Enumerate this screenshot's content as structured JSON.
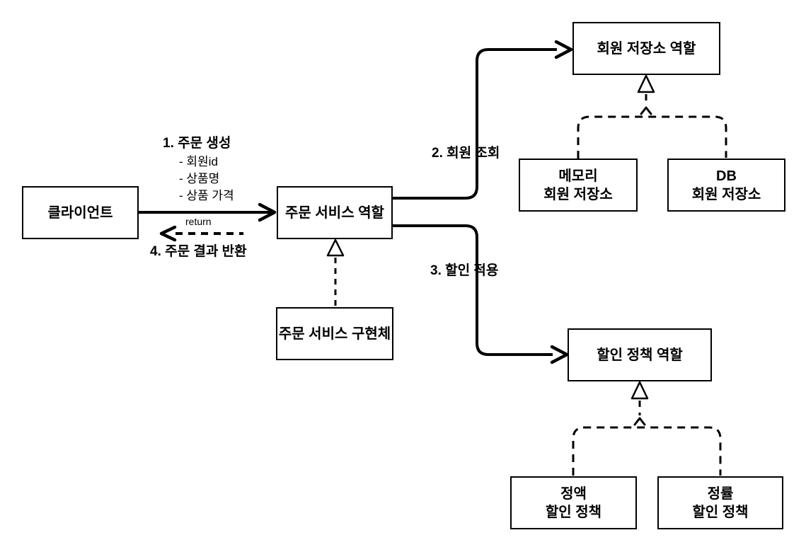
{
  "colors": {
    "background": "#ffffff",
    "line": "#000000",
    "text": "#000000",
    "node_fill": "#ffffff",
    "node_border": "#000000"
  },
  "diagram": {
    "nodes": [
      {
        "id": "client",
        "label": "클라이언트"
      },
      {
        "id": "order-service-role",
        "label": "주문 서비스 역할"
      },
      {
        "id": "order-service-impl",
        "label": "주문 서비스 구현체"
      },
      {
        "id": "member-repo-role",
        "label": "회원 저장소 역할"
      },
      {
        "id": "memory-member-repo",
        "label": "메모리\n회원 저장소"
      },
      {
        "id": "db-member-repo",
        "label": "DB\n회원 저장소"
      },
      {
        "id": "discount-policy-role",
        "label": "할인 정책 역할"
      },
      {
        "id": "fixed-discount-policy",
        "label": "정액\n할인 정책"
      },
      {
        "id": "rate-discount-policy",
        "label": "정률\n할인 정책"
      }
    ],
    "edges": [
      {
        "id": "create-order",
        "label": "1. 주문 생성",
        "params": [
          "- 회원id",
          "- 상품명",
          "- 상품 가격"
        ]
      },
      {
        "id": "member-lookup",
        "label": "2. 회원 조회"
      },
      {
        "id": "apply-discount",
        "label": "3. 할인 적용"
      },
      {
        "id": "return-result",
        "label": "4. 주문 결과 반환",
        "sub_label": "return"
      }
    ]
  }
}
